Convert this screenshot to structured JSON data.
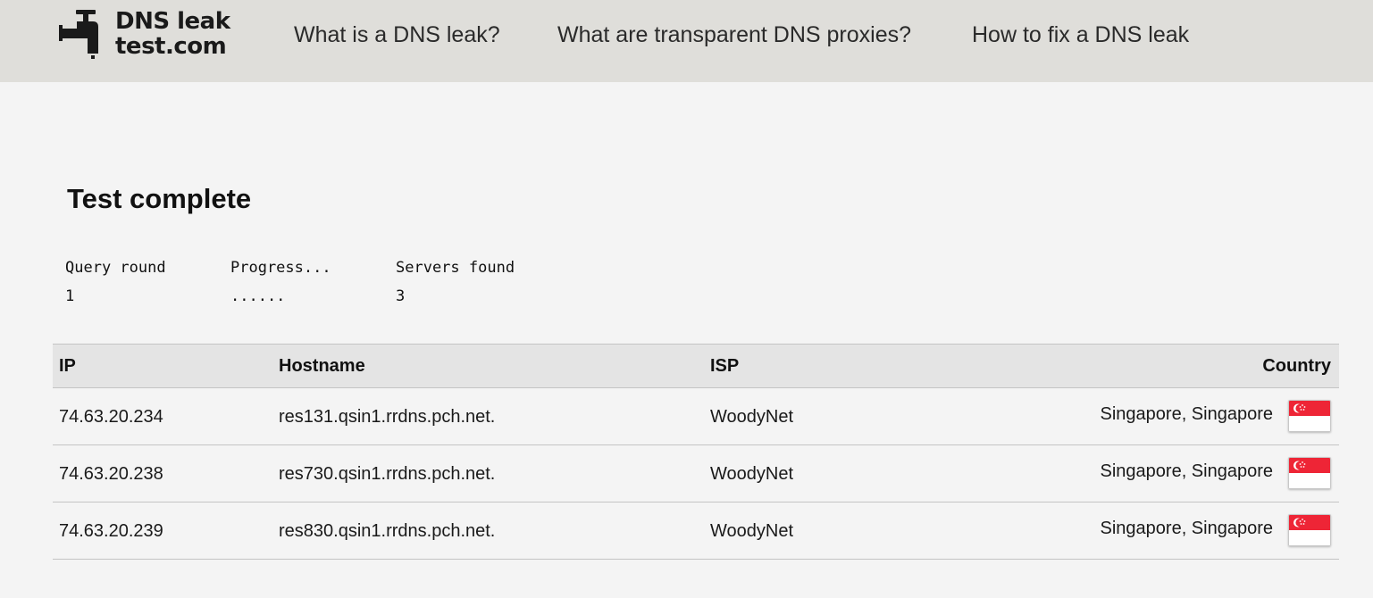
{
  "header": {
    "logo": {
      "line1": "DNS leak",
      "line2": "test.com",
      "icon": "tap-faucet-icon"
    },
    "nav": [
      {
        "label": "What is a DNS leak?"
      },
      {
        "label": "What are transparent DNS proxies?"
      },
      {
        "label": "How to fix a DNS leak"
      }
    ]
  },
  "main": {
    "title": "Test complete",
    "stats": {
      "query_round_label": "Query round",
      "query_round_value": "1",
      "progress_label": "Progress...",
      "progress_value": "......",
      "servers_found_label": "Servers found",
      "servers_found_value": "3"
    },
    "table": {
      "columns": [
        "IP",
        "Hostname",
        "ISP",
        "Country"
      ],
      "rows": [
        {
          "ip": "74.63.20.234",
          "hostname": "res131.qsin1.rrdns.pch.net.",
          "isp": "WoodyNet",
          "country": "Singapore, Singapore",
          "flag": "singapore-flag-icon"
        },
        {
          "ip": "74.63.20.238",
          "hostname": "res730.qsin1.rrdns.pch.net.",
          "isp": "WoodyNet",
          "country": "Singapore, Singapore",
          "flag": "singapore-flag-icon"
        },
        {
          "ip": "74.63.20.239",
          "hostname": "res830.qsin1.rrdns.pch.net.",
          "isp": "WoodyNet",
          "country": "Singapore, Singapore",
          "flag": "singapore-flag-icon"
        }
      ]
    }
  },
  "colors": {
    "header_bg": "#dfdeda",
    "page_bg": "#f4f4f4",
    "table_header_bg": "#e4e4e4",
    "flag_red": "#ee2536"
  }
}
